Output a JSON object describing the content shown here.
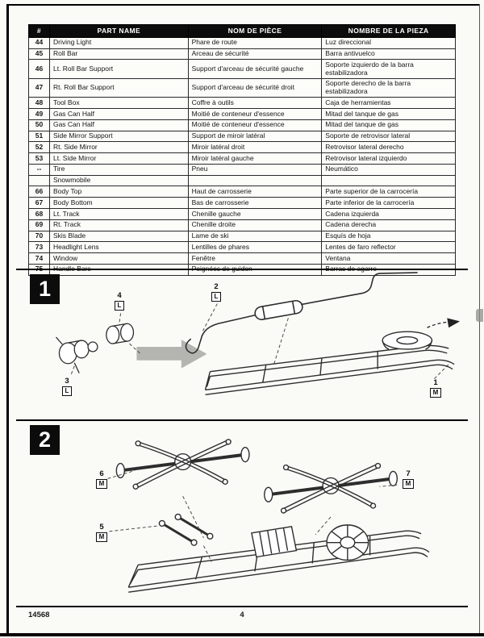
{
  "doc": {
    "kit_number": "14568",
    "page_number": "4"
  },
  "parts_table": {
    "headers": {
      "num": "#",
      "en": "PART NAME",
      "fr": "NOM DE PIÈCE",
      "es": "NOMBRE DE LA PIEZA"
    },
    "rows": [
      {
        "num": "44",
        "en": "Driving Light",
        "fr": "Phare de route",
        "es": "Luz direccional"
      },
      {
        "num": "45",
        "en": "Roll Bar",
        "fr": "Arceau de sécurité",
        "es": "Barra antivuelco"
      },
      {
        "num": "46",
        "en": "Lt. Roll Bar Support",
        "fr": "Support d'arceau de sécurité gauche",
        "es": "Soporte izquierdo de la barra estabilizadora"
      },
      {
        "num": "47",
        "en": "Rt. Roll Bar Support",
        "fr": "Support d'arceau de sécurité droit",
        "es": "Soporte derecho de la barra estabilizadora"
      },
      {
        "num": "48",
        "en": "Tool Box",
        "fr": "Coffre à outils",
        "es": "Caja de herramientas"
      },
      {
        "num": "49",
        "en": "Gas Can Half",
        "fr": "Moitié de conteneur d'essence",
        "es": "Mitad del tanque de gas"
      },
      {
        "num": "50",
        "en": "Gas Can Half",
        "fr": "Moitié de conteneur d'essence",
        "es": "Mitad del tanque de gas"
      },
      {
        "num": "51",
        "en": "Side Mirror Support",
        "fr": "Support de miroir latéral",
        "es": "Soporte de retrovisor lateral"
      },
      {
        "num": "52",
        "en": "Rt. Side Mirror",
        "fr": "Miroir latéral droit",
        "es": "Retrovisor lateral derecho"
      },
      {
        "num": "53",
        "en": "Lt. Side Mirror",
        "fr": "Miroir latéral gauche",
        "es": "Retrovisor lateral izquierdo"
      },
      {
        "num": "--",
        "en": "Tire",
        "fr": "Pneu",
        "es": "Neumático"
      },
      {
        "num": "",
        "en": "Snowmobile",
        "fr": "",
        "es": ""
      },
      {
        "num": "66",
        "en": "Body Top",
        "fr": "Haut de carrosserie",
        "es": "Parte superior de la carrocería"
      },
      {
        "num": "67",
        "en": "Body Bottom",
        "fr": "Bas de carrosserie",
        "es": "Parte inferior de la carrocería"
      },
      {
        "num": "68",
        "en": "Lt. Track",
        "fr": "Chenille gauche",
        "es": "Cadena izquierda"
      },
      {
        "num": "69",
        "en": "Rt. Track",
        "fr": "Chenille droite",
        "es": "Cadena derecha"
      },
      {
        "num": "70",
        "en": "Skis Blade",
        "fr": "Lame de ski",
        "es": "Esquís de hoja"
      },
      {
        "num": "73",
        "en": "Headlight Lens",
        "fr": "Lentilles de phares",
        "es": "Lentes de faro reflector"
      },
      {
        "num": "74",
        "en": "Window",
        "fr": "Fenêtre",
        "es": "Ventana"
      },
      {
        "num": "75",
        "en": "Handle Bars",
        "fr": "Poignées de guidon",
        "es": "Barras de agarre"
      }
    ]
  },
  "steps": [
    {
      "number": "1",
      "callouts": [
        {
          "part": "4",
          "sprue": "L"
        },
        {
          "part": "2",
          "sprue": "L"
        },
        {
          "part": "3",
          "sprue": "L"
        },
        {
          "part": "1",
          "sprue": "M"
        }
      ]
    },
    {
      "number": "2",
      "callouts": [
        {
          "part": "6",
          "sprue": "M"
        },
        {
          "part": "7",
          "sprue": "M"
        },
        {
          "part": "5",
          "sprue": "M"
        }
      ]
    }
  ]
}
